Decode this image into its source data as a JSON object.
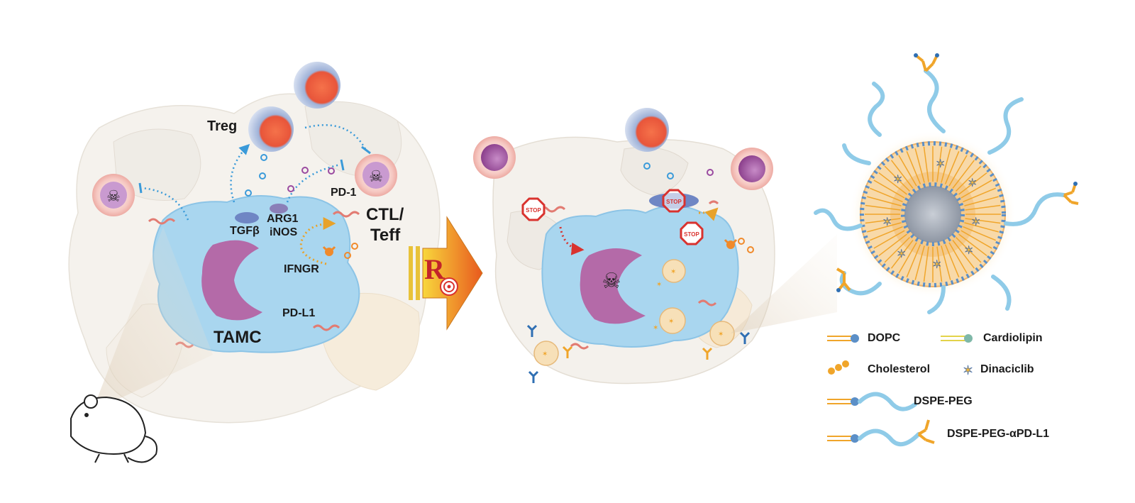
{
  "labels": {
    "treg": "Treg",
    "arg1": "ARG1",
    "inos": "iNOS",
    "tgfb": "TGFβ",
    "pd1": "PD-1",
    "ctl": "CTL/",
    "teff": "Teff",
    "ifngr": "IFNGR",
    "pdl1": "PD-L1",
    "tamc": "TAMC",
    "stop": "STOP",
    "rx": "R"
  },
  "legend": [
    {
      "id": "dopc",
      "label": "DOPC"
    },
    {
      "id": "cardiolipin",
      "label": "Cardiolipin"
    },
    {
      "id": "cholesterol",
      "label": "Cholesterol"
    },
    {
      "id": "dinaciclib",
      "label": "Dinaciclib"
    },
    {
      "id": "dspe-peg",
      "label": "DSPE-PEG"
    },
    {
      "id": "dspe-peg-apdl1",
      "label": "DSPE-PEG-αPD-L1"
    }
  ],
  "colors": {
    "tamc_body": "#a9d6ef",
    "nucleus": "#b46aa8",
    "treg_core": "#e05a3a",
    "ctl_cell": "#f3b3aa",
    "arrow_gradient_start": "#f7d23a",
    "arrow_gradient_end": "#e8651f",
    "lipid_tail": "#f0a52a",
    "lipid_head": "#5b8fc7",
    "peg": "#8fcbe8",
    "stop_red": "#d9322e"
  }
}
